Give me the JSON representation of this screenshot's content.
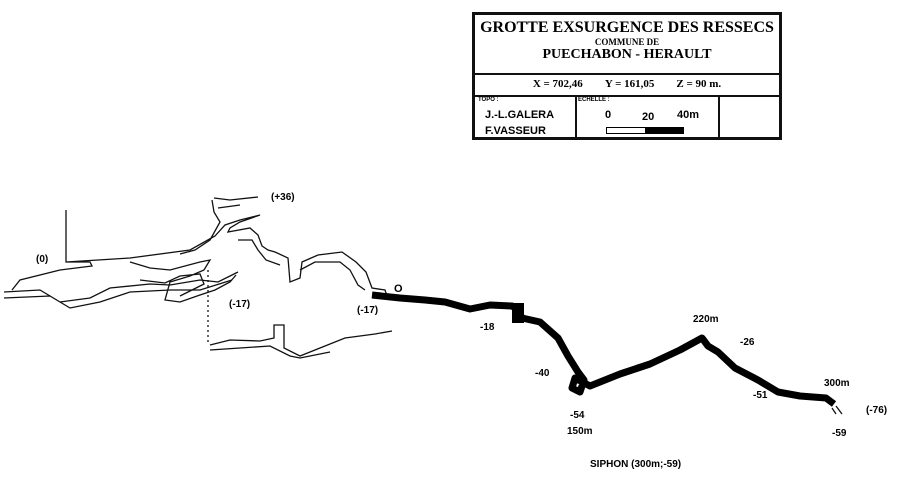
{
  "cartouche": {
    "title": "GROTTE EXSURGENCE DES RESSECS",
    "commune_label": "COMMUNE DE",
    "commune": "PUECHABON - HERAULT",
    "coords": {
      "x": "X = 702,46",
      "y": "Y = 161,05",
      "z": "Z = 90 m."
    },
    "topo_label": "TOPO :",
    "authors": [
      "J.-L.GALERA",
      "F.VASSEUR"
    ],
    "scale_label": "ECHELLE :",
    "scale_ticks": [
      "0",
      "20",
      "40m"
    ]
  },
  "labels": {
    "plus36": "(+36)",
    "zero": "(0)",
    "m17a": "(-17)",
    "m17b": "(-17)",
    "entrance": "O",
    "m18": "-18",
    "m40": "-40",
    "m54": "-54",
    "d150": "150m",
    "d220": "220m",
    "m26": "-26",
    "m51": "-51",
    "d300": "300m",
    "m76": "(-76)",
    "m59": "-59",
    "siphon": "SIPHON (300m;-59)"
  }
}
